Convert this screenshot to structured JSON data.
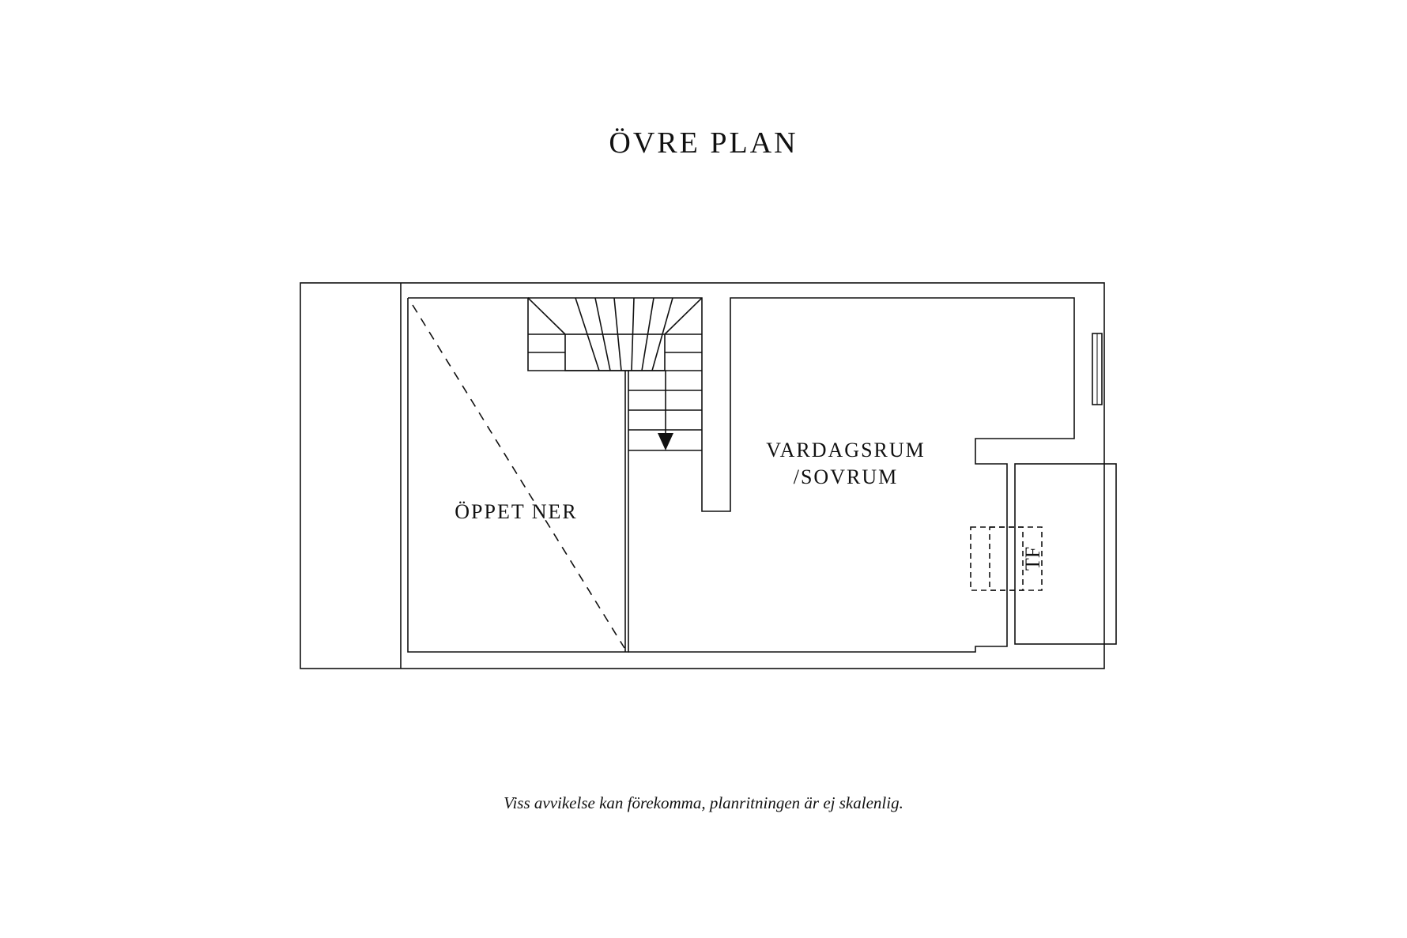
{
  "title": "ÖVRE PLAN",
  "rooms": {
    "open_below": "ÖPPET NER",
    "living_line1": "VARDAGSRUM",
    "living_line2": "/SOVRUM",
    "tf": "TF"
  },
  "disclaimer": "Viss avvikelse kan förekomma, planritningen är ej skalenlig.",
  "colors": {
    "line": "#111111",
    "background": "#ffffff"
  }
}
